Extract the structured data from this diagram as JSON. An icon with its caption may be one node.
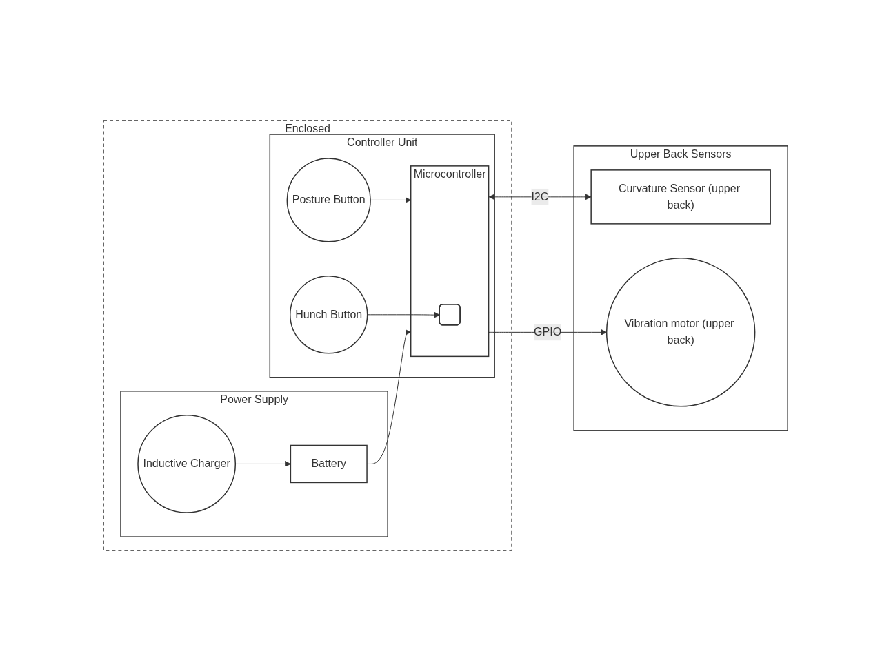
{
  "diagram": {
    "nodes": [
      {
        "text": [
          "Upper Back Sensors"
        ]
      },
      {
        "text": [
          "Curvature Sensor (upper back)"
        ],
        "in": 0
      },
      {
        "text": [
          "Vibration motor (upper back)"
        ],
        "in": 0
      },
      {
        "text": [
          "Enclosed"
        ]
      },
      {
        "text": [
          "Power Supply"
        ],
        "in": 3
      },
      {
        "text": [
          "Inductive Charger"
        ],
        "in": 4
      },
      {
        "text": [
          "Battery"
        ],
        "in": 4
      },
      {
        "text": [
          "Controller Unit"
        ],
        "in": 3
      },
      {
        "text": [
          "Microcontroller"
        ],
        "in": 7
      },
      {
        "text": [],
        "shape": "box",
        "in": 8
      },
      {
        "text": [
          "Posture Button"
        ],
        "in": 7
      },
      {
        "text": [
          "Hunch Button"
        ],
        "in": 7
      }
    ],
    "edges": [
      {
        "from": 5,
        "to": 6,
        "arrow": "to"
      },
      {
        "from": 6,
        "to": 8,
        "arrow": "to"
      },
      {
        "from": 8,
        "to": 1,
        "arrow": "both",
        "label": "I2C"
      },
      {
        "from": 8,
        "to": 2,
        "arrow": "to",
        "label": "GPIO"
      },
      {
        "from": 10,
        "to": 8,
        "arrow": "to"
      },
      {
        "from": 11,
        "to": 9,
        "arrow": "to"
      }
    ]
  }
}
